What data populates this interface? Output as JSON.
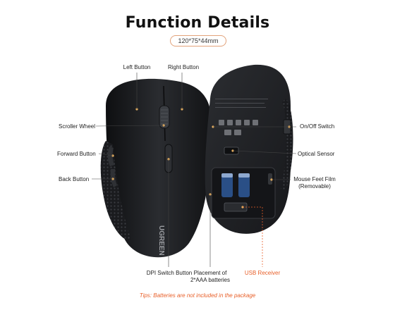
{
  "title": "Function Details",
  "dimensions": "120*75*44mm",
  "labels": {
    "left_button": "Left Button",
    "right_button": "Right Button",
    "scroller_wheel": "Scroller Wheel",
    "forward_button": "Forward Button",
    "back_button": "Back Button",
    "dpi_switch_button": "DPI Switch Button",
    "battery_placement": "Placement of\n2*AAA batteries",
    "usb_receiver": "USB Receiver",
    "on_off_switch": "On/Off Switch",
    "optical_sensor": "Optical Sensor",
    "mouse_feet_film": "Mouse Feet Film\n(Removable)"
  },
  "brand": "UGREEN",
  "tips": "Tips: Batteries are not included in the package",
  "colors": {
    "accent": "#e8602a",
    "outline": "#e2a27a",
    "mouse_body": "#1c1d20"
  }
}
